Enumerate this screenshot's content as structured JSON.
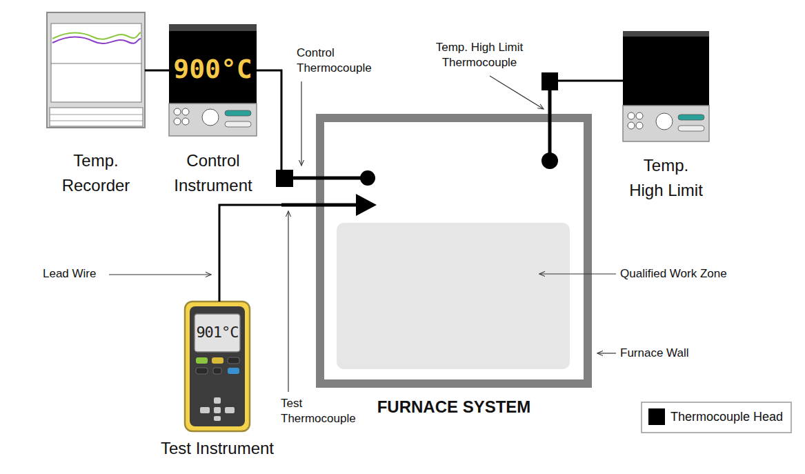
{
  "diagram": {
    "nodes": [
      {
        "text": [
          "Temp. Recorder"
        ]
      },
      {
        "text": [
          "900°C",
          "Control Instrument"
        ]
      },
      {
        "text": [
          "Temp. High Limit"
        ]
      },
      {
        "text": [
          "FURNACE SYSTEM"
        ]
      },
      {
        "text": [
          "901°C",
          "Test Instrument"
        ]
      }
    ],
    "edges": [
      {
        "from": 0,
        "to": 1,
        "arrow": "none"
      },
      {
        "from": 1,
        "to": 3,
        "arrow": "none"
      },
      {
        "from": 2,
        "to": 3,
        "arrow": "none"
      },
      {
        "from": 4,
        "to": 3,
        "arrow": "none"
      }
    ],
    "labels": [
      "Control Thermocouple",
      "Temp. High Limit Thermocouple",
      "Lead Wire",
      "Qualified Work Zone",
      "Test Thermocouple",
      "Furnace Wall"
    ],
    "legend": [
      {
        "text": "Thermocouple Head",
        "color": "#000000"
      }
    ]
  }
}
